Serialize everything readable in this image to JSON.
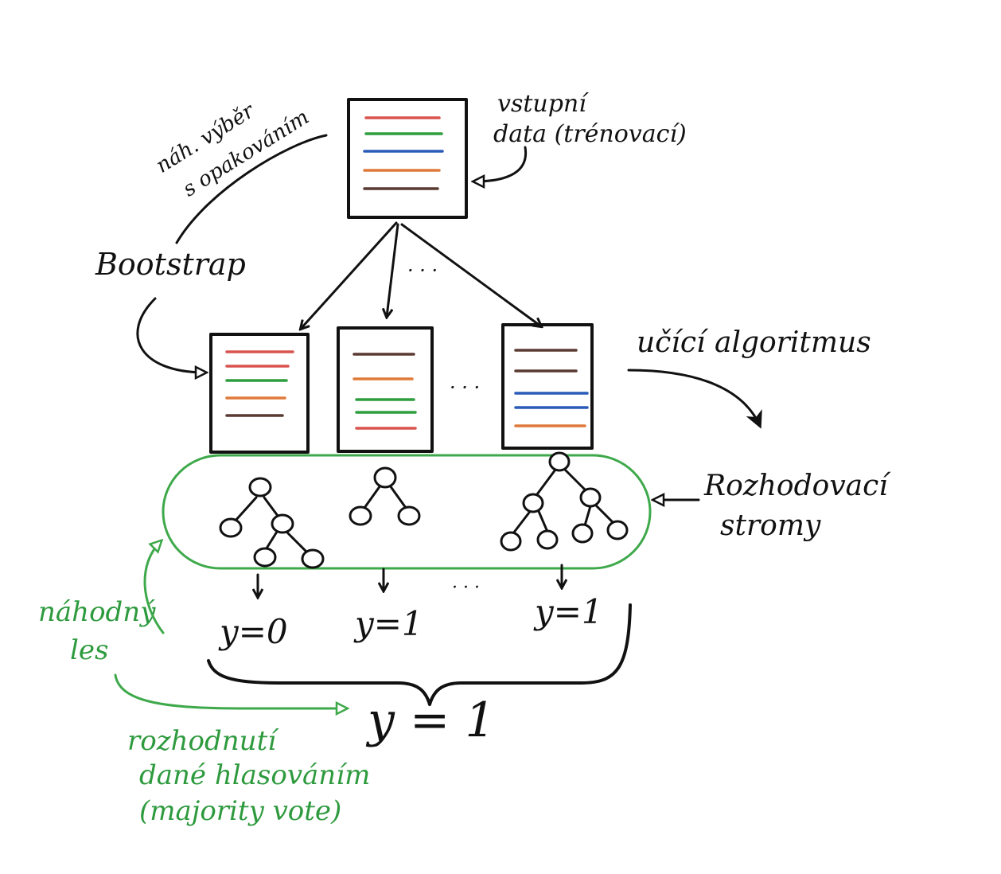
{
  "labels": {
    "sampling_note_line1": "náh. výběr",
    "sampling_note_line2": "s opakováním",
    "input_line1": "vstupní",
    "input_line2": "data (trénovací)",
    "bootstrap": "Bootstrap",
    "learning_algorithm": "učící algoritmus",
    "trees_line1": "Rozhodovací",
    "trees_line2": "stromy",
    "forest_line1": "náhodný",
    "forest_line2": "les",
    "decision_line1": "rozhodnutí",
    "decision_line2": "dané hlasováním",
    "decision_line3": "(majority vote)",
    "ellipsis_top": "· · ·",
    "ellipsis_mid": "· · ·",
    "ellipsis_bottom": "· · ·",
    "final_output": "y = 1"
  },
  "tree_outputs": [
    "y=0",
    "y=1",
    "y=1"
  ],
  "colors": {
    "ink": "#111111",
    "forest_green": "#3ea94a",
    "red": "#d9534f",
    "green": "#2e9e3e",
    "blue": "#2b5bb8",
    "orange": "#e07a3a",
    "brown": "#5a3a32"
  }
}
